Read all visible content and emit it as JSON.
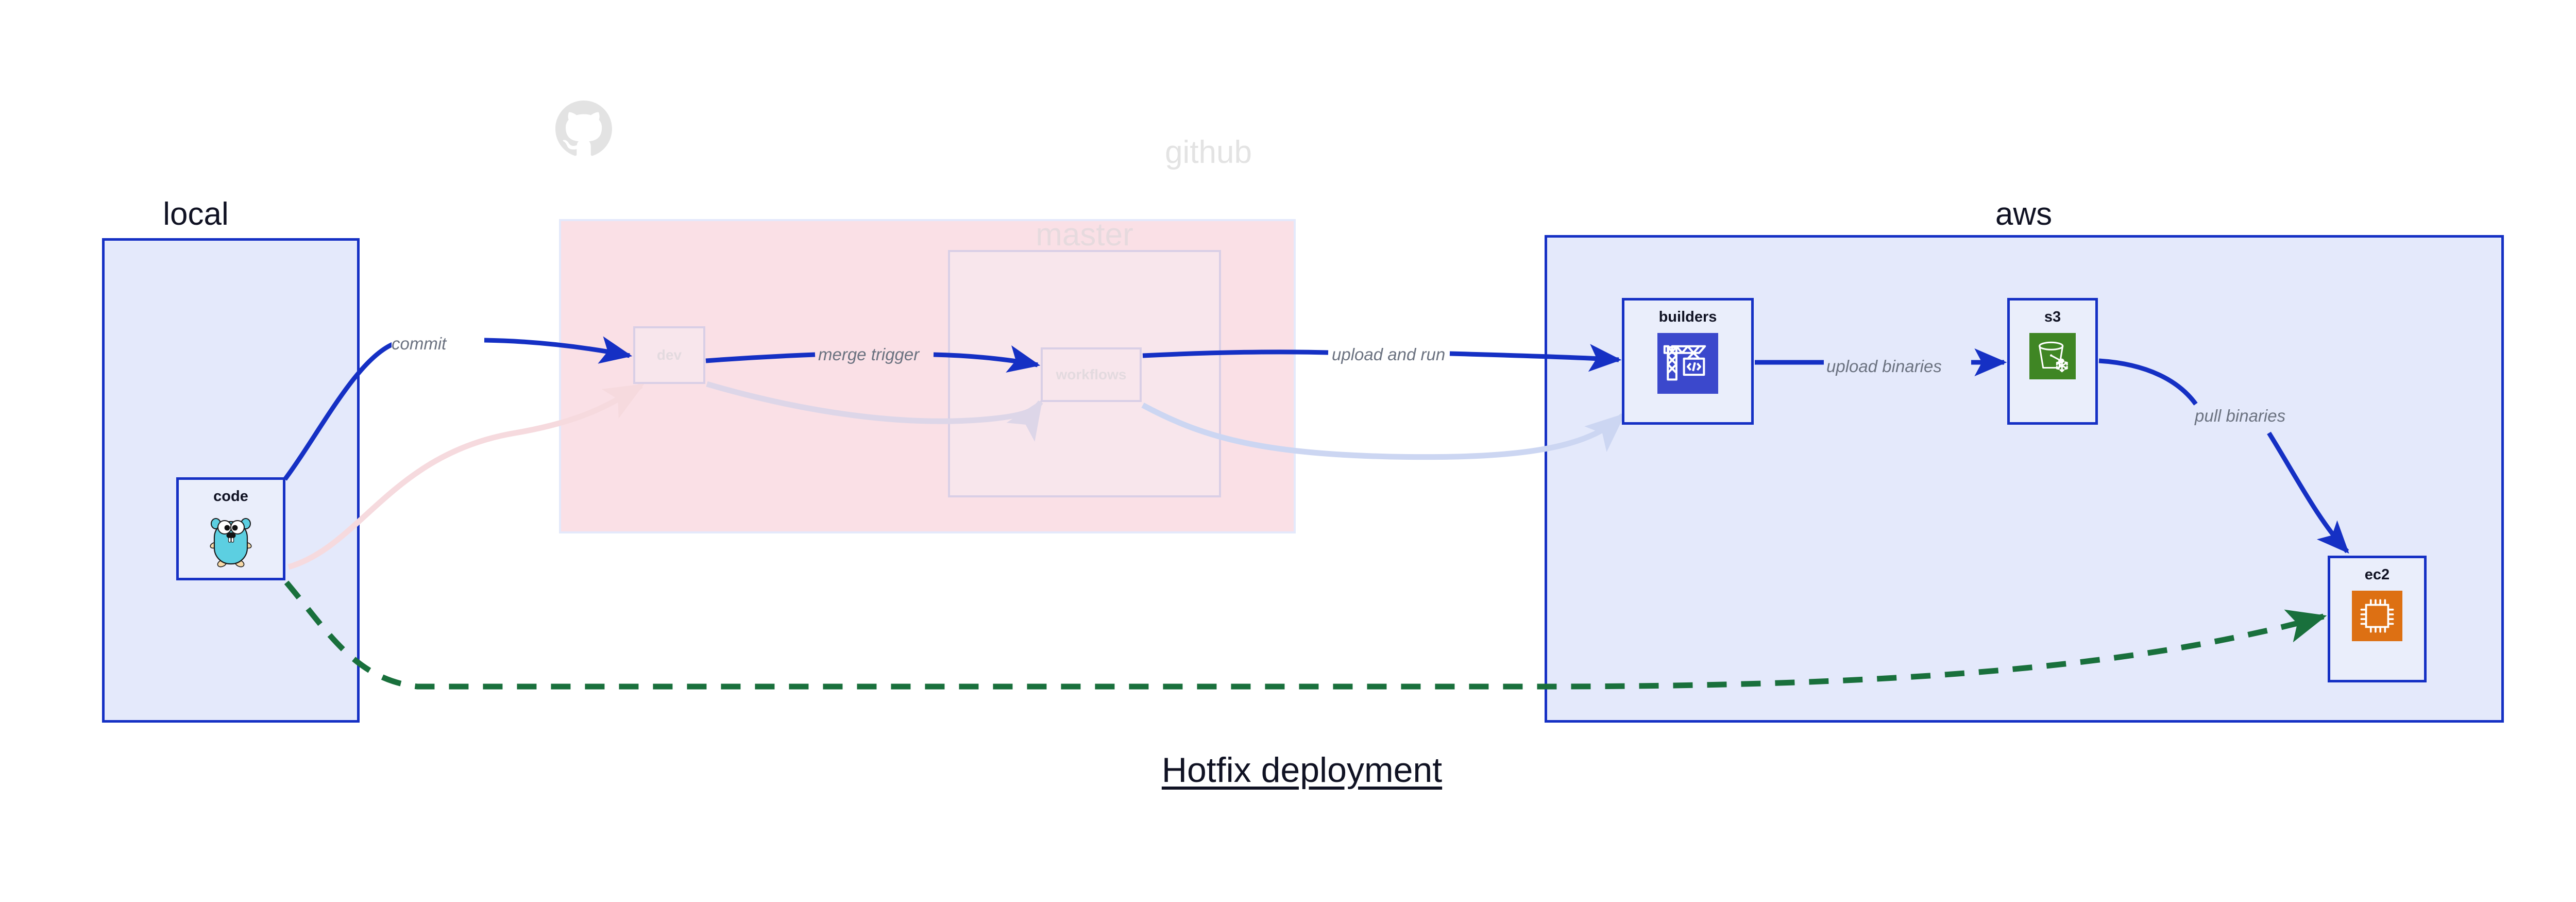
{
  "diagram": {
    "title": "Hotfix deployment",
    "type": "deployment-flow-diagram"
  },
  "groups": [
    {
      "id": "local",
      "label": "local",
      "fill": "#e4e9fb",
      "stroke": "#1530c4",
      "faded": false
    },
    {
      "id": "github",
      "label": "github",
      "fill": "#fae0e6",
      "stroke": "#e4e9fb",
      "faded": true
    },
    {
      "id": "master",
      "label": "master",
      "fill": "#f8e6ec",
      "stroke": "#d9cfe6",
      "faded": true
    },
    {
      "id": "aws",
      "label": "aws",
      "fill": "#e4e9fb",
      "stroke": "#1530c4",
      "faded": false
    }
  ],
  "nodes": [
    {
      "id": "code",
      "label": "code",
      "icon": "go-gopher-icon",
      "icon_color": "#5ccfe1",
      "faded": false
    },
    {
      "id": "dev",
      "label": "dev",
      "icon": "none",
      "icon_color": "",
      "faded": true
    },
    {
      "id": "workflows",
      "label": "workflows",
      "icon": "none",
      "icon_color": "",
      "faded": true
    },
    {
      "id": "builders",
      "label": "builders",
      "icon": "aws-codebuild-icon",
      "icon_color": "#3b48cc",
      "faded": false
    },
    {
      "id": "s3",
      "label": "s3",
      "icon": "aws-s3-bucket-icon",
      "icon_color": "#3f8624",
      "faded": false
    },
    {
      "id": "ec2",
      "label": "ec2",
      "icon": "aws-ec2-chip-icon",
      "icon_color": "#dd7013",
      "faded": false
    }
  ],
  "edges": [
    {
      "id": "commit",
      "label": "commit",
      "from": "code",
      "to": "dev",
      "style": "solid",
      "color": "#1530c4"
    },
    {
      "id": "merge-trigger",
      "label": "merge trigger",
      "from": "dev",
      "to": "workflows",
      "style": "solid",
      "color": "#1530c4"
    },
    {
      "id": "upload-run",
      "label": "upload and run",
      "from": "workflows",
      "to": "builders",
      "style": "solid",
      "color": "#1530c4"
    },
    {
      "id": "upload-bin",
      "label": "upload binaries",
      "from": "builders",
      "to": "s3",
      "style": "solid",
      "color": "#1530c4"
    },
    {
      "id": "pull-bin",
      "label": "pull binaries",
      "from": "s3",
      "to": "ec2",
      "style": "solid",
      "color": "#1530c4"
    },
    {
      "id": "hotfix-direct",
      "label": "",
      "from": "code",
      "to": "ec2",
      "style": "dashed",
      "color": "#19703c"
    }
  ],
  "logos": {
    "github": "github-octocat-icon"
  },
  "colors": {
    "accent_blue": "#1530c4",
    "group_blue_fill": "#e4e9fb",
    "github_pink_fill": "#fae0e6",
    "master_pink_fill": "#f8e6ec",
    "faded_grey": "#e3e3e3",
    "edge_label_grey": "#6b7280",
    "dashed_green": "#19703c",
    "title_navy": "#101223"
  }
}
